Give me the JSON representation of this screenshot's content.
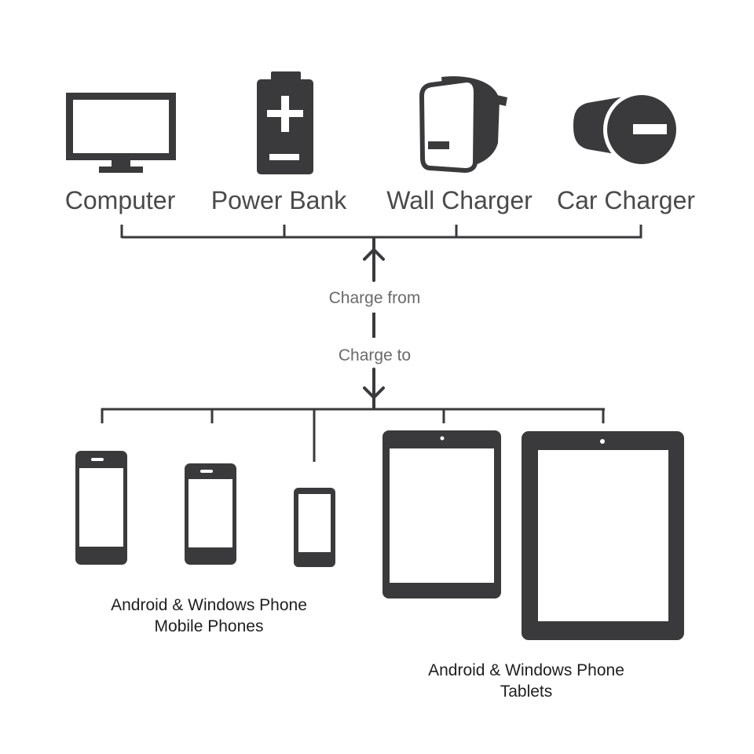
{
  "colors": {
    "ink": "#3a3a3c",
    "label": "#4a4a4a",
    "screen": "#ffffff"
  },
  "sources": {
    "title": "Charge from",
    "items": [
      {
        "label": "Computer",
        "icon": "monitor-icon"
      },
      {
        "label": "Power Bank",
        "icon": "battery-icon"
      },
      {
        "label": "Wall Charger",
        "icon": "wall-charger-icon"
      },
      {
        "label": "Car Charger",
        "icon": "car-charger-icon"
      }
    ]
  },
  "targets": {
    "title": "Charge to",
    "phones": {
      "line1": "Android & Windows Phone",
      "line2": "Mobile Phones",
      "icons": [
        "phone-icon",
        "phone-icon",
        "phone-icon"
      ]
    },
    "tablets": {
      "line1": "Android & Windows Phone",
      "line2": "Tablets",
      "icons": [
        "tablet-icon",
        "tablet-icon"
      ]
    }
  }
}
